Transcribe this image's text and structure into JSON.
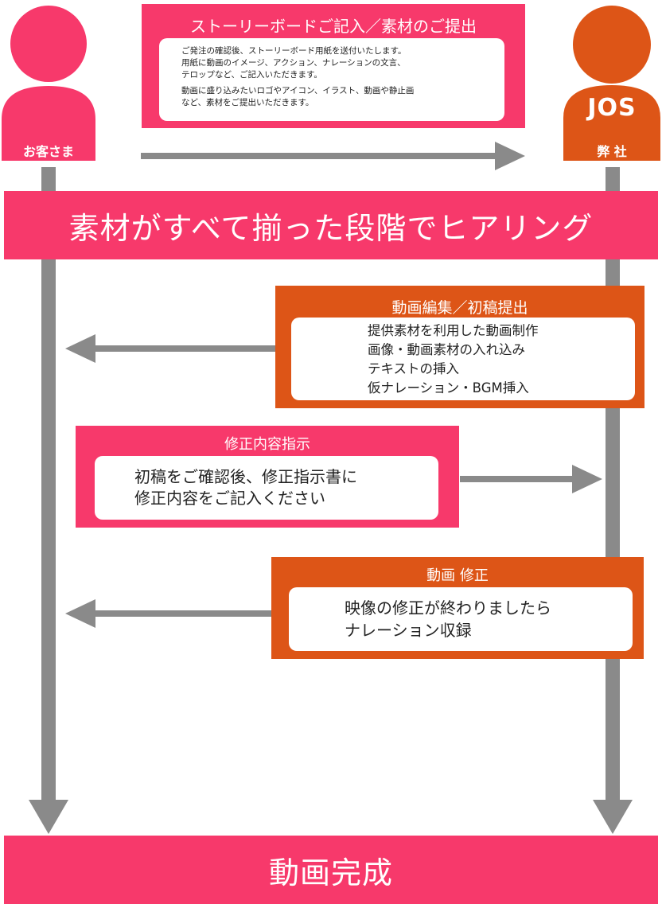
{
  "colors": {
    "pink": "#f7396b",
    "orange": "#dd5517",
    "gray": "#8a8a8a",
    "white": "#ffffff"
  },
  "actors": {
    "customer": {
      "label": "お客さま",
      "icon": "person-icon"
    },
    "company": {
      "logo": "JOS",
      "label": "弊 社",
      "icon": "person-icon"
    }
  },
  "steps": {
    "storyboard": {
      "title": "ストーリーボードご記入／素材のご提出",
      "lines": [
        "ご発注の確認後、ストーリーボード用紙を送付いたします。",
        "用紙に動画のイメージ、アクション、ナレーションの文言、",
        "テロップなど、ご記入いただきます。",
        "動画に盛り込みたいロゴやアイコン、イラスト、動画や静止画",
        "など、素材をご提出いただきます。"
      ]
    },
    "hearing": {
      "label": "素材がすべて揃った段階でヒアリング"
    },
    "first_draft": {
      "title": "動画編集／初稿提出",
      "lines": [
        "提供素材を利用した動画制作",
        "画像・動画素材の入れ込み",
        "テキストの挿入",
        "仮ナレーション・BGM挿入"
      ]
    },
    "revision_request": {
      "title": "修正内容指示",
      "lines": [
        "初稿をご確認後、修正指示書に",
        "修正内容をご記入ください"
      ]
    },
    "video_revision": {
      "title": "動画 修正",
      "lines": [
        "映像の修正が終わりましたら",
        "ナレーション収録"
      ]
    },
    "complete": {
      "label": "動画完成"
    }
  }
}
